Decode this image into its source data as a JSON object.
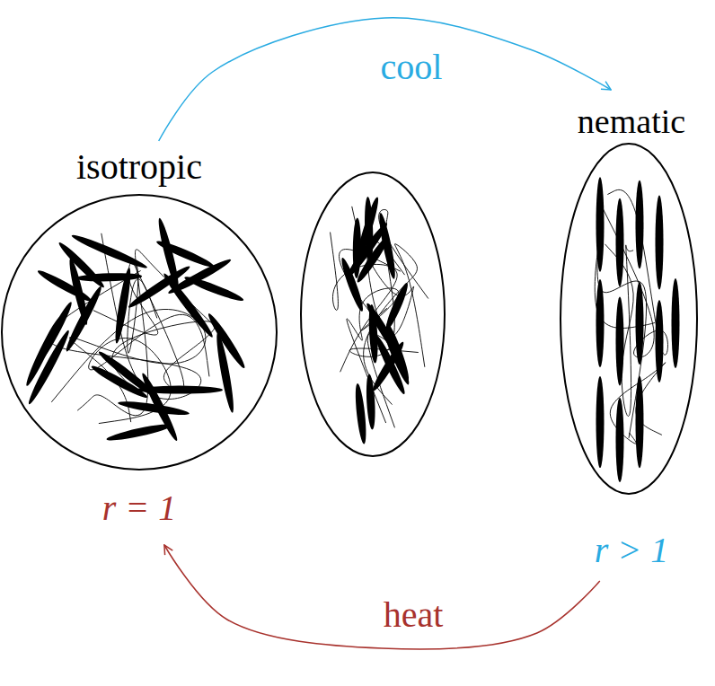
{
  "diagram": {
    "nodes": [
      {
        "text": [
          "isotropic",
          "r = 1"
        ]
      },
      {
        "text": [
          "nematic",
          "r > 1"
        ]
      }
    ],
    "edges": [
      {
        "from": 0,
        "to": 1,
        "label": "cool",
        "arrow": "to"
      },
      {
        "from": 1,
        "to": 0,
        "label": "heat",
        "arrow": "to"
      }
    ]
  }
}
